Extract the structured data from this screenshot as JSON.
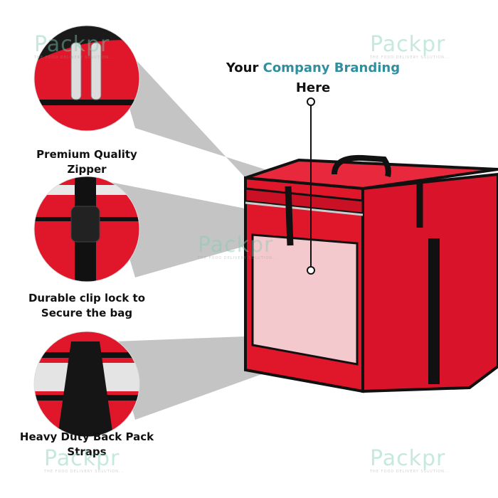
{
  "headline": {
    "part1": "Your ",
    "part2": "Company Branding",
    "part3": "Here",
    "accent": "#2f8fa0"
  },
  "features": [
    {
      "line1": "Premium Quality",
      "line2": "Zipper"
    },
    {
      "line1": "Durable clip lock to",
      "line2": "Secure the bag"
    },
    {
      "line1": "Heavy Duty Back Pack",
      "line2": "Straps"
    }
  ],
  "watermark": {
    "brand": "Packpr",
    "tagline": "THE FOOD DELIVERY SOLUTION..."
  },
  "colors": {
    "bag_red": "#e0162b",
    "trim": "#111111",
    "beam": "#bdbdbd"
  }
}
